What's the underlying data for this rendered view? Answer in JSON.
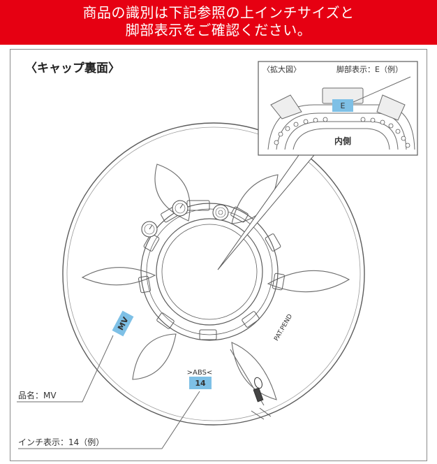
{
  "header": {
    "line1": "商品の識別は下記参照の上インチサイズと",
    "line2": "脚部表示をご確認ください。"
  },
  "section_title": "〈キャップ裏面〉",
  "inset": {
    "title": "〈拡大図〉",
    "leg_label": "脚部表示：E（例）",
    "leg_code": "E",
    "inner_label": "内側"
  },
  "cap": {
    "product_code": "MV",
    "abs_mark": ">ABS<",
    "inch_code": "14",
    "pat_text": "PAT.PEND"
  },
  "callouts": {
    "product_name": "品名：MV",
    "inch_display": "インチ表示：14（例）"
  },
  "colors": {
    "header_red": "#e60012",
    "label_blue": "#7ec0e6",
    "line_gray": "#6b6b6b"
  }
}
